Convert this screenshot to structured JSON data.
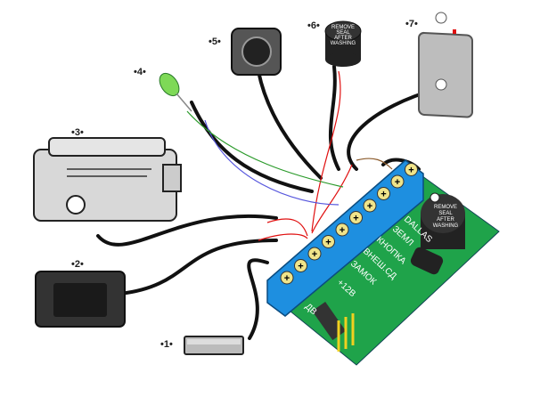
{
  "components": [
    {
      "id": "1",
      "label": "•1•",
      "name": "reed-switch"
    },
    {
      "id": "2",
      "label": "•2•",
      "name": "power-supply"
    },
    {
      "id": "3",
      "label": "•3•",
      "name": "electromechanical-lock"
    },
    {
      "id": "4",
      "label": "•4•",
      "name": "led"
    },
    {
      "id": "5",
      "label": "•5•",
      "name": "exit-button"
    },
    {
      "id": "6",
      "label": "•6•",
      "name": "buzzer"
    },
    {
      "id": "7",
      "label": "•7•",
      "name": "key-reader"
    }
  ],
  "board": {
    "terminals": [
      "DALLAS",
      "ЗЕМЛ",
      "КНОПКА",
      "ВНЕШ.СД",
      "ЗАМОК",
      "+12В",
      "ДВ"
    ],
    "buzzer_text": [
      "REMOVE",
      "SEAL",
      "AFTER",
      "WASHING"
    ]
  },
  "buzzer_text": [
    "REMOVE",
    "SEAL",
    "AFTER",
    "WASHING"
  ],
  "colors": {
    "board": "#1fa34a",
    "terminal_block": "#1e8fe0",
    "screw": "#f0e48a",
    "wire": "#111111",
    "wire_red": "#e01010"
  }
}
